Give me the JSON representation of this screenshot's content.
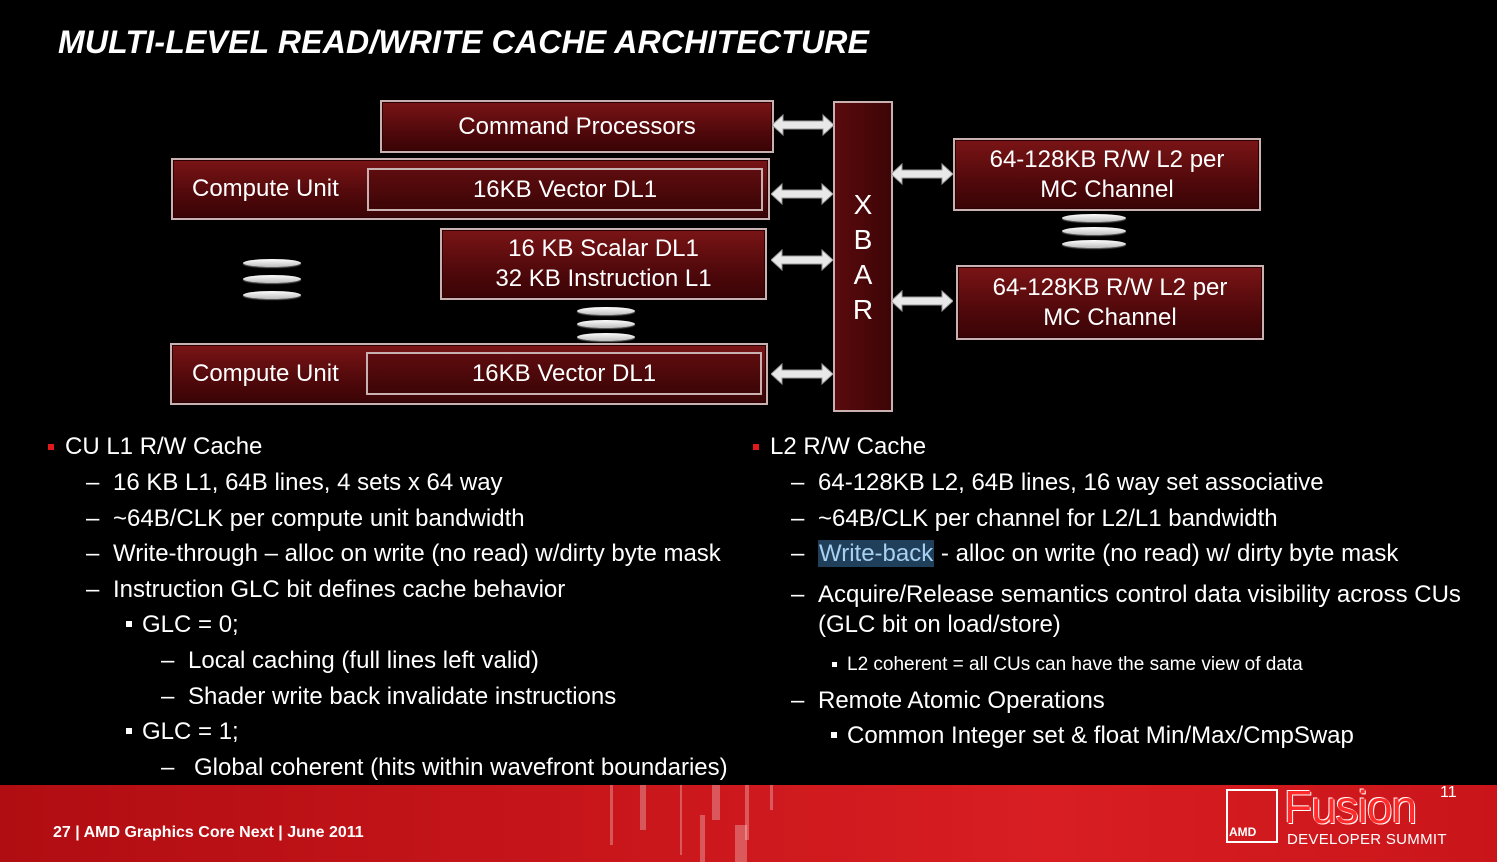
{
  "title": "MULTI-LEVEL READ/WRITE CACHE ARCHITECTURE",
  "diagram": {
    "command_processors": "Command Processors",
    "compute_unit_top": "Compute Unit",
    "vector_dl1_top": "16KB Vector DL1",
    "scalar_line1": "16 KB Scalar DL1",
    "scalar_line2": "32 KB Instruction L1",
    "compute_unit_bottom": "Compute Unit",
    "vector_dl1_bottom": "16KB Vector DL1",
    "xbar": [
      "X",
      "B",
      "A",
      "R"
    ],
    "l2_top_line1": "64-128KB R/W L2 per",
    "l2_top_line2": "MC Channel",
    "l2_bottom_line1": "64-128KB R/W L2 per",
    "l2_bottom_line2": "MC Channel"
  },
  "left": {
    "heading": "CU L1 R/W Cache",
    "items": [
      "16 KB L1, 64B lines, 4 sets x 64 way",
      "~64B/CLK per compute unit bandwidth",
      "Write-through – alloc on write (no read) w/dirty byte mask",
      "Instruction GLC bit defines cache behavior"
    ],
    "glc0": "GLC = 0;",
    "glc0_items": [
      "Local caching (full lines left valid)",
      "Shader write back invalidate instructions"
    ],
    "glc1": "GLC = 1;",
    "glc1_items": [
      "Global coherent (hits within wavefront boundaries)"
    ]
  },
  "right": {
    "heading": "L2 R/W Cache",
    "item1": "64-128KB L2, 64B lines, 16 way set associative",
    "item2": "~64B/CLK per channel for L2/L1 bandwidth",
    "item3_highlight": "Write-back",
    "item3_rest": " - alloc on write (no read) w/ dirty byte mask",
    "item4_line1": "Acquire/Release semantics control data visibility across CUs",
    "item4_line2": "(GLC bit on load/store)",
    "item4_sub": "L2 coherent = all CUs can have the same view of data",
    "item5": "Remote Atomic Operations",
    "item5_sub": "Common Integer set & float Min/Max/CmpSwap"
  },
  "footer": {
    "text": "27  |  AMD Graphics Core Next  |  June 2011",
    "amd": "AMD",
    "fusion": "Fusion",
    "eleven": "11",
    "dev": "DEVELOPER SUMMIT"
  },
  "colors": {
    "box": "#4a0709",
    "accent": "#e0191c",
    "footer": "#c8161b"
  }
}
